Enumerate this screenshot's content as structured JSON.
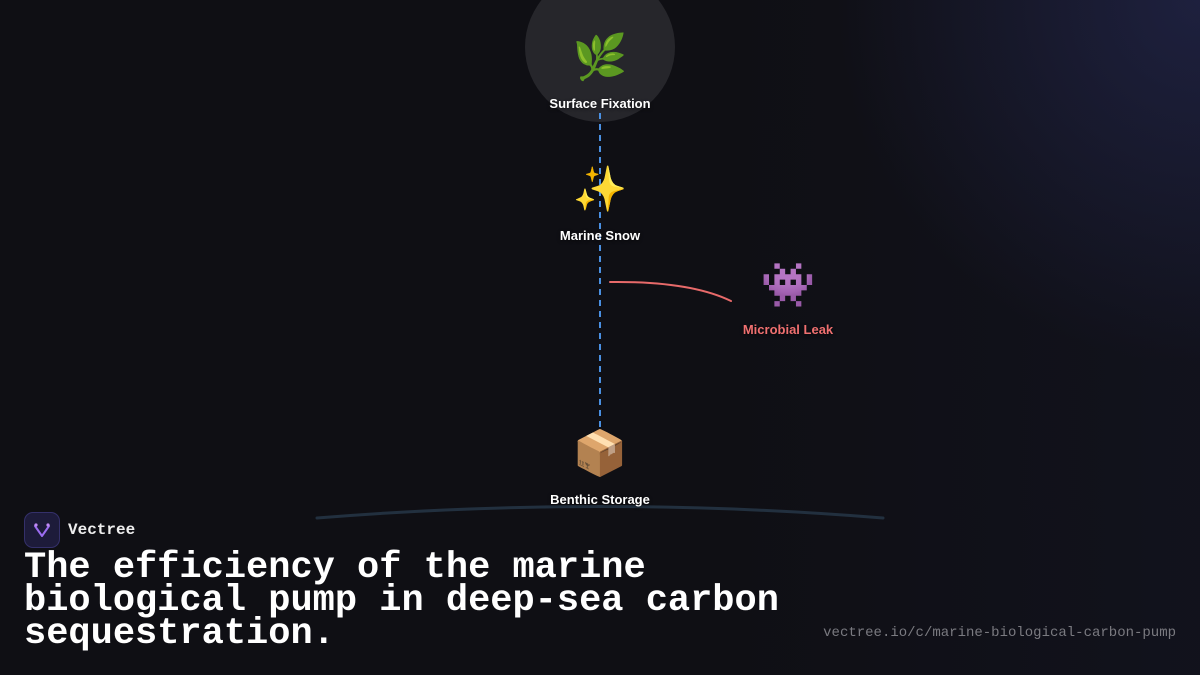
{
  "diagram": {
    "nodes": {
      "surface": {
        "label": "Surface Fixation",
        "icon": "herb-icon",
        "glyph": "🌿"
      },
      "snow": {
        "label": "Marine Snow",
        "icon": "sparkles-icon",
        "glyph": "✨"
      },
      "leak": {
        "label": "Microbial Leak",
        "icon": "alien-monster-icon",
        "glyph": "👾"
      },
      "storage": {
        "label": "Benthic Storage",
        "icon": "package-icon",
        "glyph": "📦"
      }
    },
    "colors": {
      "flow_line": "#4a90e2",
      "leak_line": "#e86a6a",
      "leak_label": "#f07070",
      "seafloor": "#22303f"
    }
  },
  "brand": {
    "name": "Vectree",
    "logo_icon": "vectree-logo-icon"
  },
  "headline": "The efficiency of the marine biological pump in deep-sea carbon sequestration.",
  "url": "vectree.io/c/marine-biological-carbon-pump"
}
